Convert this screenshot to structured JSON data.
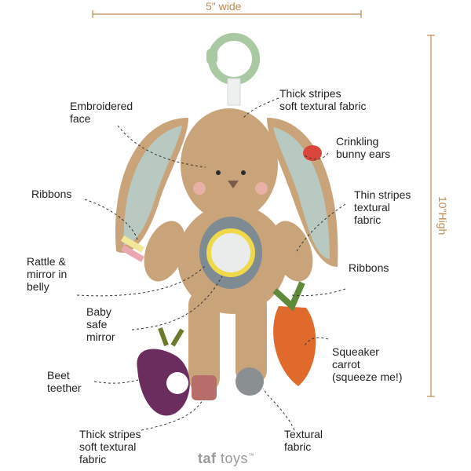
{
  "dimensions": {
    "width_label": "5\" wide",
    "height_label": "10\"High"
  },
  "brand": {
    "logo_taf": "taf",
    "logo_toys": "toys",
    "logo_tm": "™"
  },
  "callouts": {
    "embroidered_face": "Embroidered\nface",
    "thick_stripes_top": "Thick stripes\nsoft textural fabric",
    "crinkling_ears": "Crinkling\nbunny ears",
    "ribbons_left": "Ribbons",
    "thin_stripes": "Thin stripes\ntextural\nfabric",
    "rattle_mirror": "Rattle &\nmirror in\nbelly",
    "ribbons_right": "Ribbons",
    "baby_mirror": "Baby\nsafe\nmirror",
    "squeaker_carrot": "Squeaker\ncarrot\n(squeeze me!)",
    "beet_teether": "Beet\nteether",
    "thick_stripes_bottom": "Thick stripes\nsoft textural\nfabric",
    "textural_fabric": "Textural\nfabric"
  },
  "colors": {
    "accent": "#c08a55",
    "bunny": "#c9a47a",
    "ear_inner": "#b7c9c0",
    "carrot": "#e06a2c",
    "beet": "#6b2c5e",
    "ring": "#a9c9a3"
  }
}
